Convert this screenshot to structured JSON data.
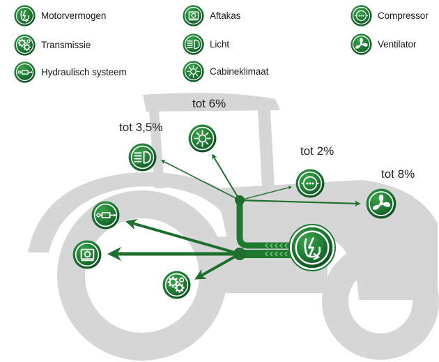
{
  "colors": {
    "green_dark": "#0b4a1e",
    "green_mid": "#1d7a33",
    "green_light": "#3aa34a",
    "tractor_gray": "#d4d4d4",
    "text": "#1a1a1a"
  },
  "legend": [
    {
      "label": "Motorvermogen",
      "icon": "engine-power-icon"
    },
    {
      "label": "Aftakas",
      "icon": "pto-icon"
    },
    {
      "label": "Compressor",
      "icon": "compressor-icon"
    },
    {
      "label": "Transmissie",
      "icon": "transmission-gears-icon"
    },
    {
      "label": "Licht",
      "icon": "headlight-icon"
    },
    {
      "label": "Ventilator",
      "icon": "fan-icon"
    },
    {
      "label": "Hydraulisch systeem",
      "icon": "hydraulic-cylinder-icon"
    },
    {
      "label": "Cabineklimaat",
      "icon": "climate-icon"
    }
  ],
  "diagram": {
    "percentages": {
      "licht": "tot 3,5%",
      "cabineklimaat": "tot 6%",
      "compressor": "tot 2%",
      "ventilator": "tot 8%"
    }
  }
}
